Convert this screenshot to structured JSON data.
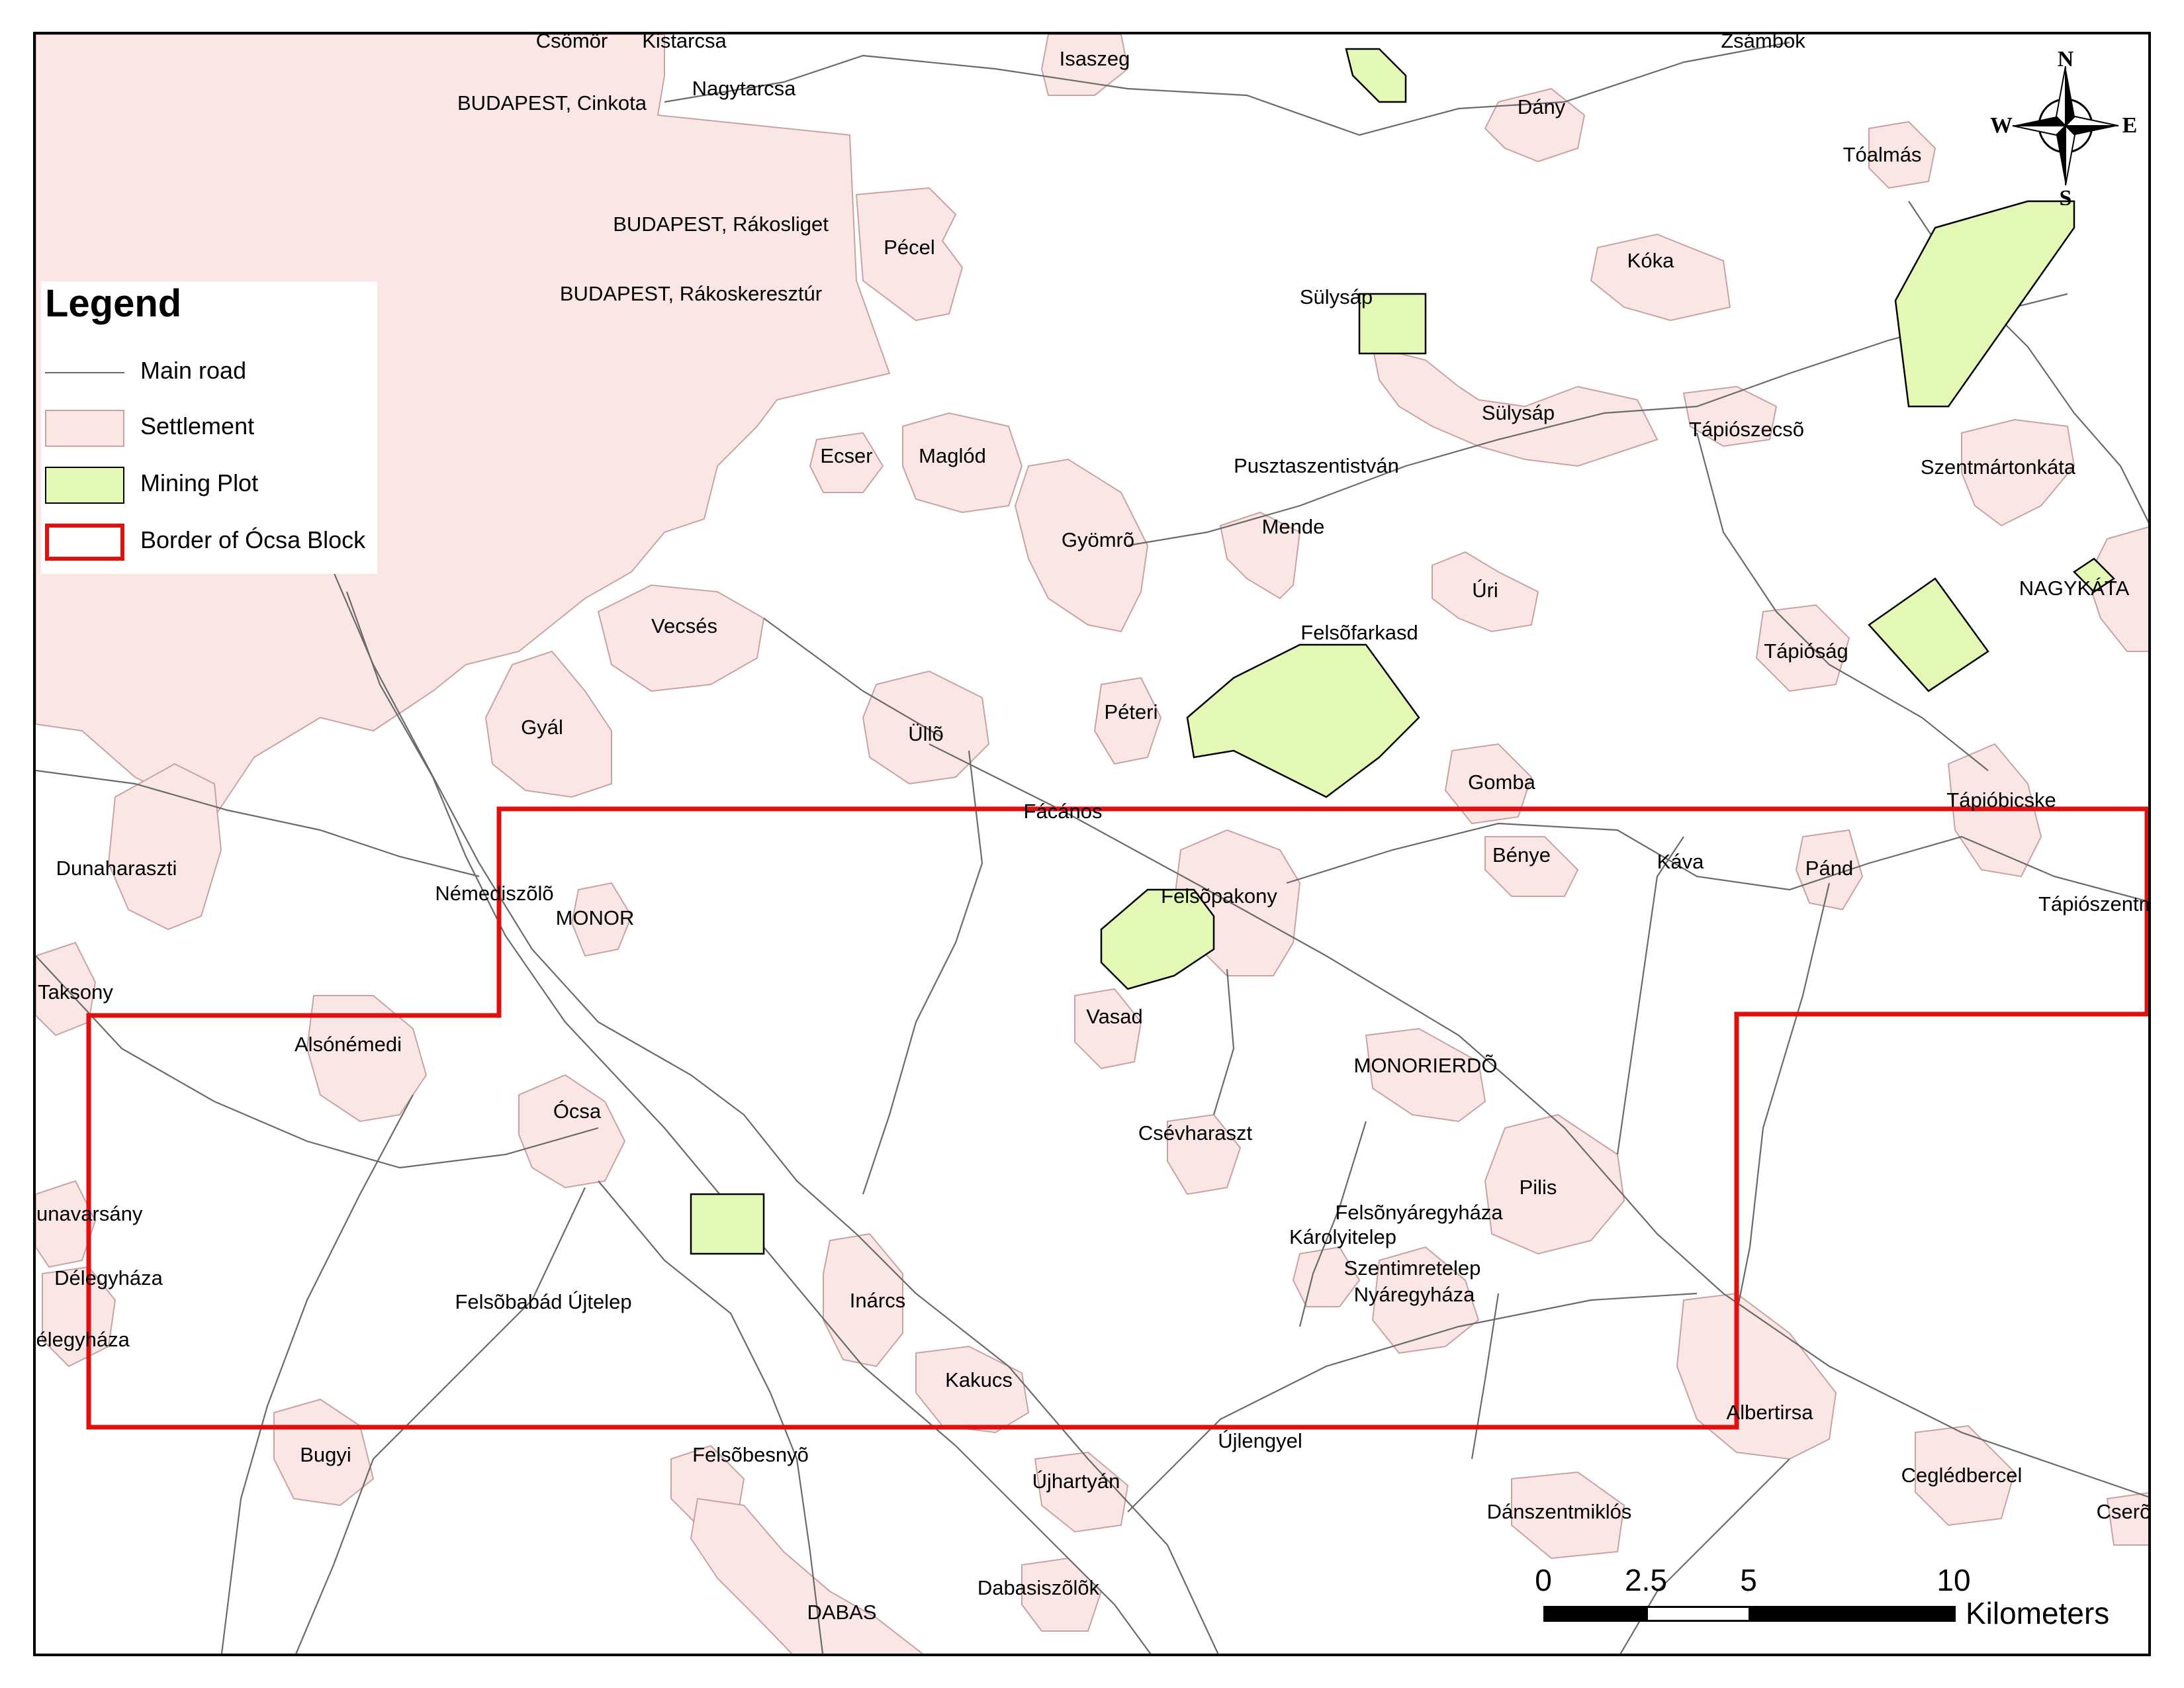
{
  "legend": {
    "title": "Legend",
    "items": [
      {
        "key": "road",
        "label": "Main road"
      },
      {
        "key": "settlement",
        "label": "Settlement"
      },
      {
        "key": "mining",
        "label": "Mining Plot"
      },
      {
        "key": "border",
        "label": "Border of Ócsa Block"
      }
    ]
  },
  "compass": {
    "n": "N",
    "s": "S",
    "e": "E",
    "w": "W"
  },
  "scale": {
    "ticks": [
      "0",
      "2.5",
      "5",
      "10"
    ],
    "unit": "Kilometers"
  },
  "colors": {
    "settlement_fill": "#fbe6e6",
    "settlement_stroke": "#c9a3a3",
    "mining_fill": "#e3f8b4",
    "border": "#e01010",
    "road": "#6a6a6a"
  },
  "places": [
    "Csömör",
    "Kistarcsa",
    "Isaszeg",
    "Zsámbok",
    "BUDAPEST, Cinkota",
    "Nagytarcsa",
    "Dány",
    "Tóalmás",
    "BUDAPEST, Rákosliget",
    "Pécel",
    "Kóka",
    "BUDAPEST, Rákoskeresztúr",
    "Sülysáp",
    "Sülysáp",
    "Tápiószecsõ",
    "Ecser",
    "Maglód",
    "Pusztaszentistván",
    "Szentmártonkáta",
    "Gyömrõ",
    "Mende",
    "NAGYKÁTA",
    "Úri",
    "Vecsés",
    "Felsõfarkasd",
    "Tápióság",
    "Üllõ",
    "Péteri",
    "Gyál",
    "Gomba",
    "Fácános",
    "Tápióbicske",
    "Dunaharaszti",
    "Bénye",
    "Káva",
    "Pánd",
    "Némediszõlõ",
    "MONOR",
    "Felsõpakony",
    "Tápiószentmárton",
    "Taksony",
    "Vasad",
    "Alsónémedi",
    "MONORIERDÕ",
    "Ócsa",
    "Csévharaszt",
    "Pilis",
    "Dunavarsány",
    "Felsõnyáregyháza",
    "Károlyitelep",
    "Délegyháza",
    "Szentimretelep",
    "Nyáregyháza",
    "Felsõbabád Újtelep",
    "Inárcs",
    "Délegyháza",
    "Kakucs",
    "Albertirsa",
    "Bugyi",
    "Felsõbesnyõ",
    "Újlengyel",
    "Ceglédbercel",
    "Újhartyán",
    "Dánszentmiklós",
    "Cserõ",
    "Dabasiszõlõk",
    "DABAS"
  ]
}
